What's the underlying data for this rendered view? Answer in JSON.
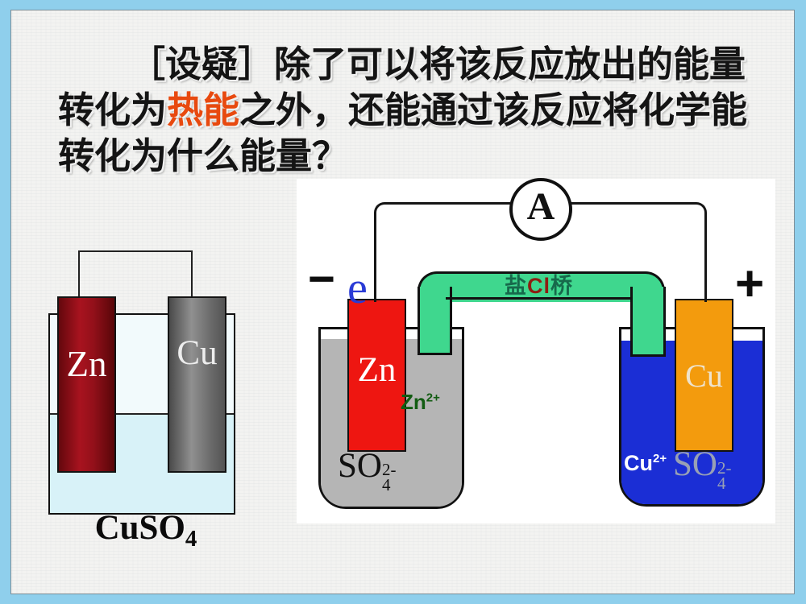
{
  "slide": {
    "question": {
      "line1": "［设疑］除了可以将该反应放出的能量",
      "line2_pre": "转化为",
      "line2_highlight": "热能",
      "line2_post": "之外，还能通过该反应将化学能",
      "line3": "转化为什么能量？"
    },
    "left_diagram": {
      "zn_electrode": "Zn",
      "cu_electrode": "Cu",
      "solution_formula": "CuSO",
      "solution_formula_sub": "4"
    },
    "right_diagram": {
      "ammeter": "A",
      "negative_terminal": "−",
      "positive_terminal": "+",
      "electron": "e",
      "salt_bridge_pre": "盐",
      "salt_bridge_mid": "Cl",
      "salt_bridge_post": "桥",
      "zn_cell": {
        "electrode": "Zn",
        "cation": "Zn",
        "cation_charge": "2+",
        "anion": "SO",
        "anion_sub": "4",
        "anion_charge": "2-"
      },
      "cu_cell": {
        "electrode": "Cu",
        "cation": "Cu",
        "cation_charge": "2+",
        "anion": "SO",
        "anion_sub": "4",
        "anion_charge": "2-"
      }
    }
  },
  "colors": {
    "frame_blue": "#8fcfec",
    "slide_bg": "#f3f3f1",
    "highlight_text": "#e8490f",
    "zn_rod_dark_red": "#93101a",
    "cu_rod_gray": "#6a6a6a",
    "zn_electrode_red": "#ee1611",
    "cu_electrode_orange": "#f39b0d",
    "salt_bridge_green": "#3fd78e",
    "znso4_solution_gray": "#b5b5b5",
    "cuso4_solution_blue": "#1b2ed5",
    "dilute_cuso4_cyan": "#d8f2f8",
    "electron_blue": "#2a3bd6",
    "zn_ion_green": "#125c12"
  }
}
